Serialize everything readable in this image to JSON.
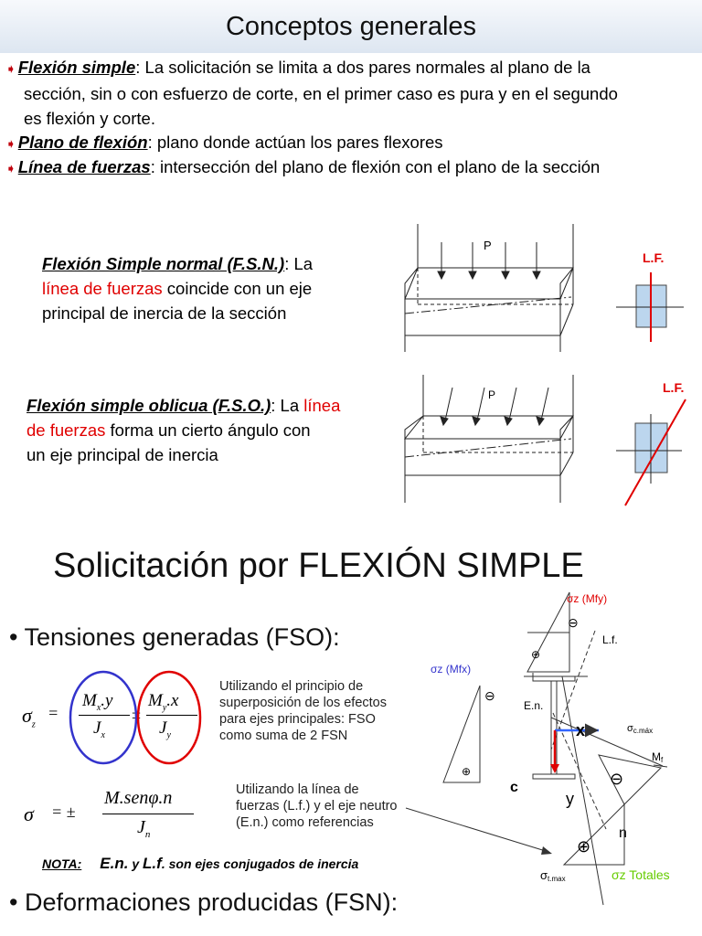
{
  "title": "Conceptos generales",
  "bullets": [
    {
      "term": "Flexión simple",
      "line1": ": La solicitación se limita a dos pares normales al plano de la",
      "line2": "sección, sin o con esfuerzo de corte, en el primer caso es pura y en el segundo",
      "line3": "es  flexión y corte."
    },
    {
      "term": "Plano de flexión",
      "text": ": plano donde actúan los pares flexores"
    },
    {
      "term": "Línea de fuerzas",
      "text": ": intersección del plano de flexión con el plano de la sección"
    }
  ],
  "fsn": {
    "term": "Flexión Simple normal (F.S.N.)",
    "t1": ": La",
    "t2": "línea de fuerzas",
    "t3": " coincide con un eje",
    "t4": "principal de inercia de la sección"
  },
  "fso": {
    "term": "Flexión simple oblicua (F.S.O.)",
    "t1": ": La ",
    "t2": "línea",
    "t3": "de fuerzas",
    "t4": " forma un cierto ángulo con",
    "t5": "un eje principal de inercia"
  },
  "diagram1": {
    "load": "P",
    "lf": "L.F."
  },
  "diagram2": {
    "load": "P",
    "lf": "L.F."
  },
  "section2": {
    "title": "Solicitación por FLEXIÓN SIMPLE",
    "bullet1": "• Tensiones generadas (FSO):",
    "bullet2": "• Deformaciones producidas (FSN):",
    "note1": [
      "Utilizando el principio de",
      "superposición de los efectos",
      "para ejes principales: FSO",
      "como suma de 2 FSN"
    ],
    "note2": [
      "Utilizando la línea de",
      "fuerzas (L.f.) y el eje neutro",
      "(E.n.) como referencias"
    ],
    "nota_label": "NOTA:",
    "nota_en": "E.n.",
    "nota_y": " y ",
    "nota_lf": "L.f",
    "nota_rest": ". son ejes conjugados de inercia",
    "formula": {
      "sigma_z": "σ",
      "sub_z": "z",
      "eq": "=",
      "pm": "±",
      "mx": "M",
      "sx": "x",
      "dot_y": ".y",
      "jx": "J",
      "sjx": "x",
      "my": "M",
      "sy": "y",
      "dot_x": ".x",
      "jy": "J",
      "sjy": "y",
      "num2": "M.senφ.n",
      "jn": "J",
      "sjn": "n"
    }
  },
  "stress_diagram": {
    "sz_mfy": "σz (Mfy)",
    "sz_mfx": "σz (Mfx)",
    "lf": "L.f.",
    "en": "E.n.",
    "x": "x",
    "y": "y",
    "c": "c",
    "n": "n",
    "mf": "M",
    "mf_sub": "f",
    "sc_max": "σ",
    "sc_sub": "c.máx",
    "st_max": "σ",
    "st_sub": "t.max",
    "totales": "σz Totales",
    "minus": "⊖",
    "plus": "⊕"
  },
  "colors": {
    "accent_red": "#e00000",
    "blue": "#3333cc",
    "green": "#66cc00",
    "section_fill": "#bcd6ee"
  }
}
